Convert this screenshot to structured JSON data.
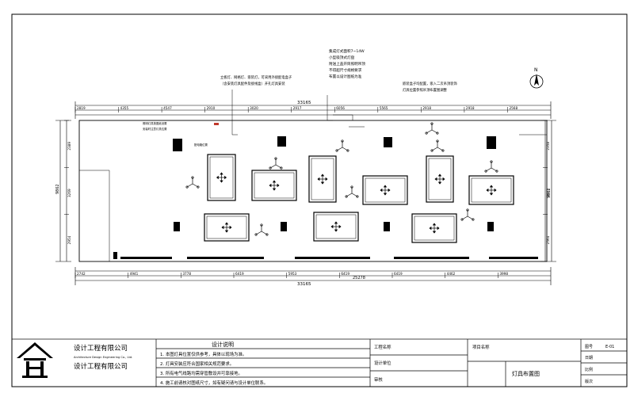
{
  "drawing": {
    "overall_dims": {
      "top": "33165",
      "bottom": "33165",
      "left": "9862",
      "right": "9862"
    },
    "top_segments": [
      "2819",
      "4355",
      "4547",
      "2910",
      "3020",
      "2917",
      "6056",
      "5565",
      "2918",
      "2918",
      "2568"
    ],
    "bottom_segments": [
      "2742",
      "4941",
      "3778",
      "6419",
      "5953",
      "6419",
      "6419",
      "4462",
      "3998"
    ],
    "bottom_secondary": "25278",
    "left_segments": [
      "2389",
      "3269",
      "2954"
    ],
    "right_segments": [
      "2358",
      "3477",
      "2564"
    ],
    "north_label": "N",
    "notes": {
      "center": [
        "集成灯式面积7~14W",
        "小型吸顶式灯盘",
        "附送上盖开筒照明吊顶",
        "不得超尺寸规格要求",
        "布置以设计图纸为准"
      ],
      "left": [
        "立板灯、网格灯、嵌装灯，可采用外接配电盒子",
        "（含安装灯具配件及接线盒）开孔灯具安装"
      ],
      "right": [
        "嵌装盒子均配置，嵌入二次吊顶装饰",
        "灯具位置参照吊顶布置图调整"
      ],
      "small_left": [
        "照明灯具按图纸设置",
        "安装时注意灯具位置"
      ],
      "small_mid": "配电箱位置"
    }
  },
  "title_block": {
    "company_cn_top": "设计工程有限公司",
    "company_en": "Architecture Design Engineering Co., Ltd.",
    "company_cn_bottom": "设计工程有限公司",
    "section_title": "设计说明",
    "notes": [
      "1. 本图灯具位置仅供参考，具体以现场为准。",
      "2. 灯具安装应符合国家相关规范要求。",
      "3. 所有电气线路均需穿管敷设并可靠接地。",
      "4. 施工前请核对图纸尺寸，如有疑问请与设计单位联系。"
    ],
    "fields": [
      {
        "label": "工程名称",
        "value": ""
      },
      {
        "label": "设计单位",
        "value": ""
      },
      {
        "label": "审核",
        "value": ""
      }
    ],
    "project_label": "项目名称",
    "drawing_title": "灯具布置图",
    "right_fields": [
      {
        "label": "图号",
        "value": "E-01"
      },
      {
        "label": "日期",
        "value": ""
      },
      {
        "label": "比例",
        "value": ""
      },
      {
        "label": "版次",
        "value": ""
      }
    ]
  }
}
